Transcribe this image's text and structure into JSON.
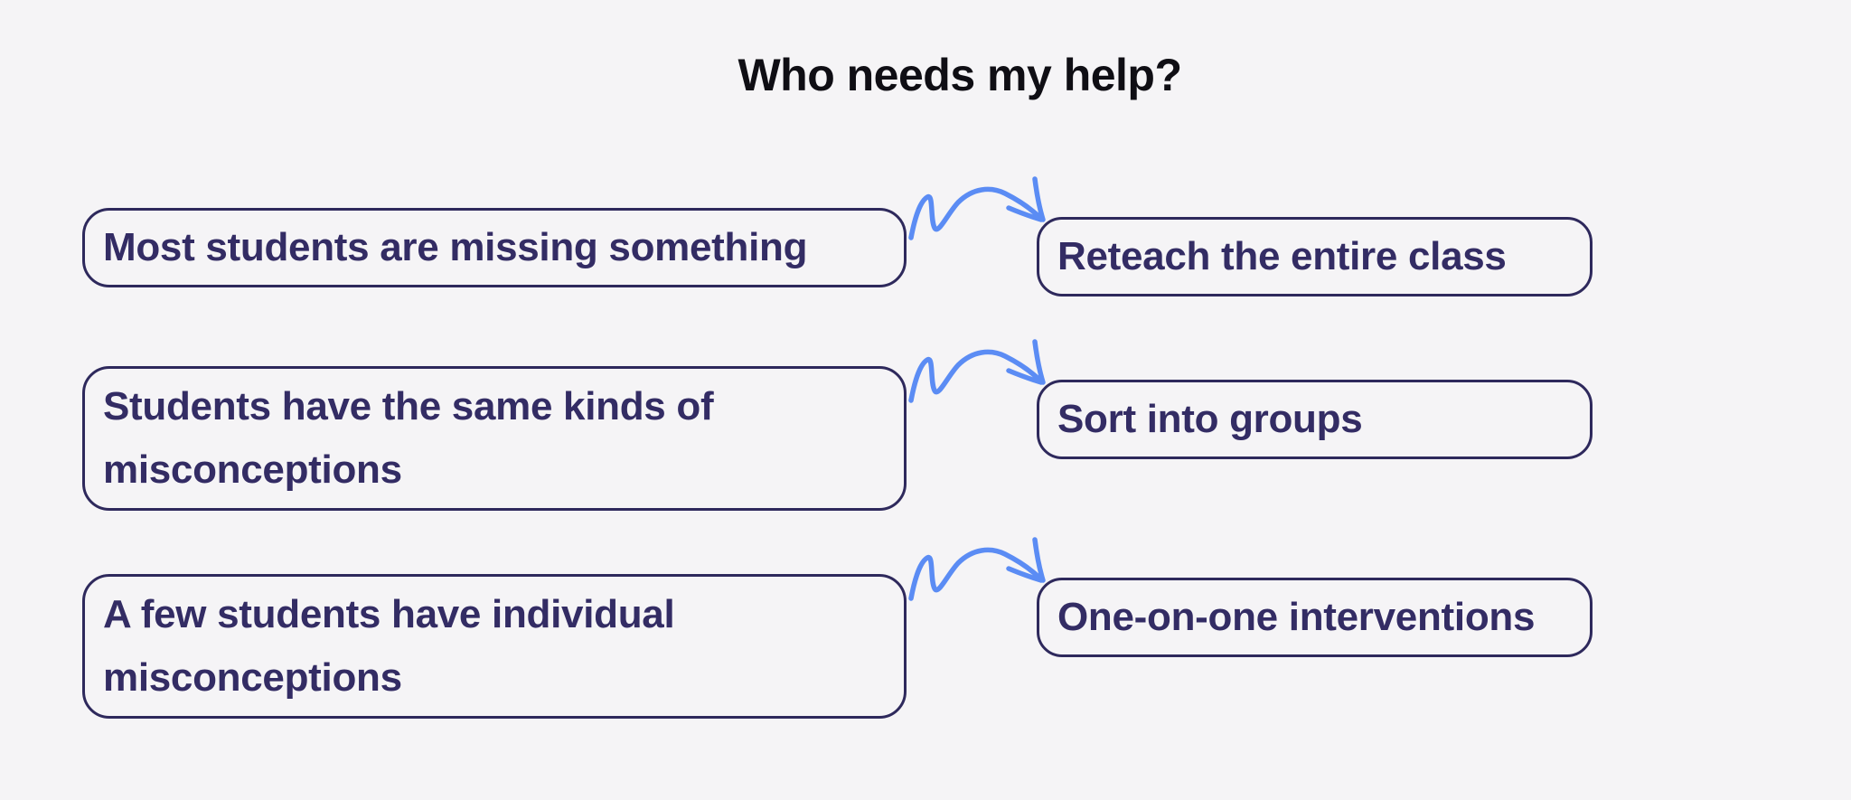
{
  "title": "Who needs my help?",
  "colors": {
    "background": "#f5f4f6",
    "box_border": "#2e295c",
    "box_text": "#332c64",
    "title_text": "#0f0e14",
    "arrow": "#5b8cf4"
  },
  "rows": [
    {
      "condition": {
        "text": "Most students are missing something",
        "lines": [
          "Most students are missing something"
        ]
      },
      "connector_icon": "hand-drawn-curved-arrow",
      "action": {
        "label": "Reteach the entire class"
      }
    },
    {
      "condition": {
        "text": "Students have the same kinds of misconceptions",
        "lines": [
          "Students have the same kinds of",
          "misconceptions"
        ]
      },
      "connector_icon": "hand-drawn-curved-arrow",
      "action": {
        "label": "Sort into groups"
      }
    },
    {
      "condition": {
        "text": "A few students have individual misconceptions",
        "lines": [
          "A few students have individual",
          "misconceptions"
        ]
      },
      "connector_icon": "hand-drawn-curved-arrow",
      "action": {
        "label": "One-on-one interventions"
      }
    }
  ]
}
